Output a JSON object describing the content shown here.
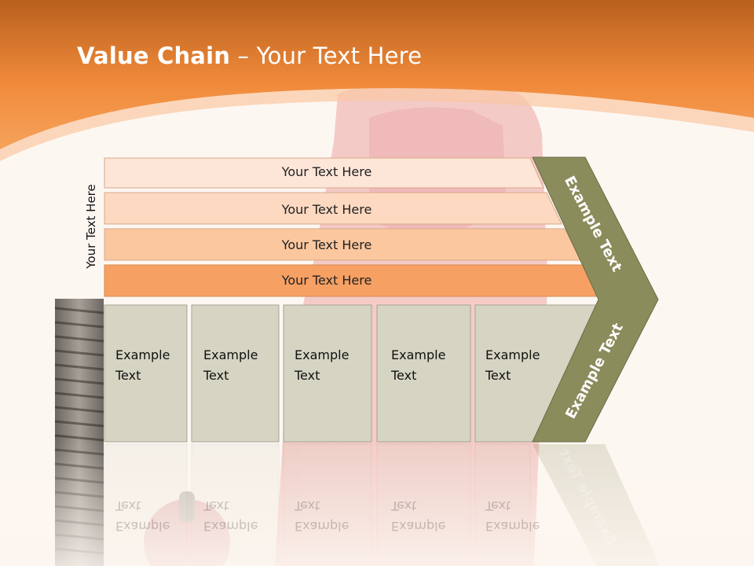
{
  "title": {
    "bold": "Value Chain",
    "rest": " – Your Text Here"
  },
  "side_label": "Your Text Here",
  "rows": [
    {
      "label": "Your Text Here",
      "color": "#fde6d8"
    },
    {
      "label": "Your Text Here",
      "color": "#fcd9c0"
    },
    {
      "label": "Your Text Here",
      "color": "#fbc79f"
    },
    {
      "label": "Your Text Here",
      "color": "#f6a064"
    }
  ],
  "boxes": [
    {
      "line1": "Example",
      "line2": "Text"
    },
    {
      "line1": "Example",
      "line2": "Text"
    },
    {
      "line1": "Example",
      "line2": "Text"
    },
    {
      "line1": "Example",
      "line2": "Text"
    },
    {
      "line1": "Example",
      "line2": "Text"
    }
  ],
  "chevron": {
    "upper": "Example Text",
    "lower": "Example Text",
    "color": "#8a8c5c"
  },
  "colors": {
    "header": "#f08a3a",
    "box_fill": "#d6d4c2",
    "box_border": "#a6a494"
  }
}
